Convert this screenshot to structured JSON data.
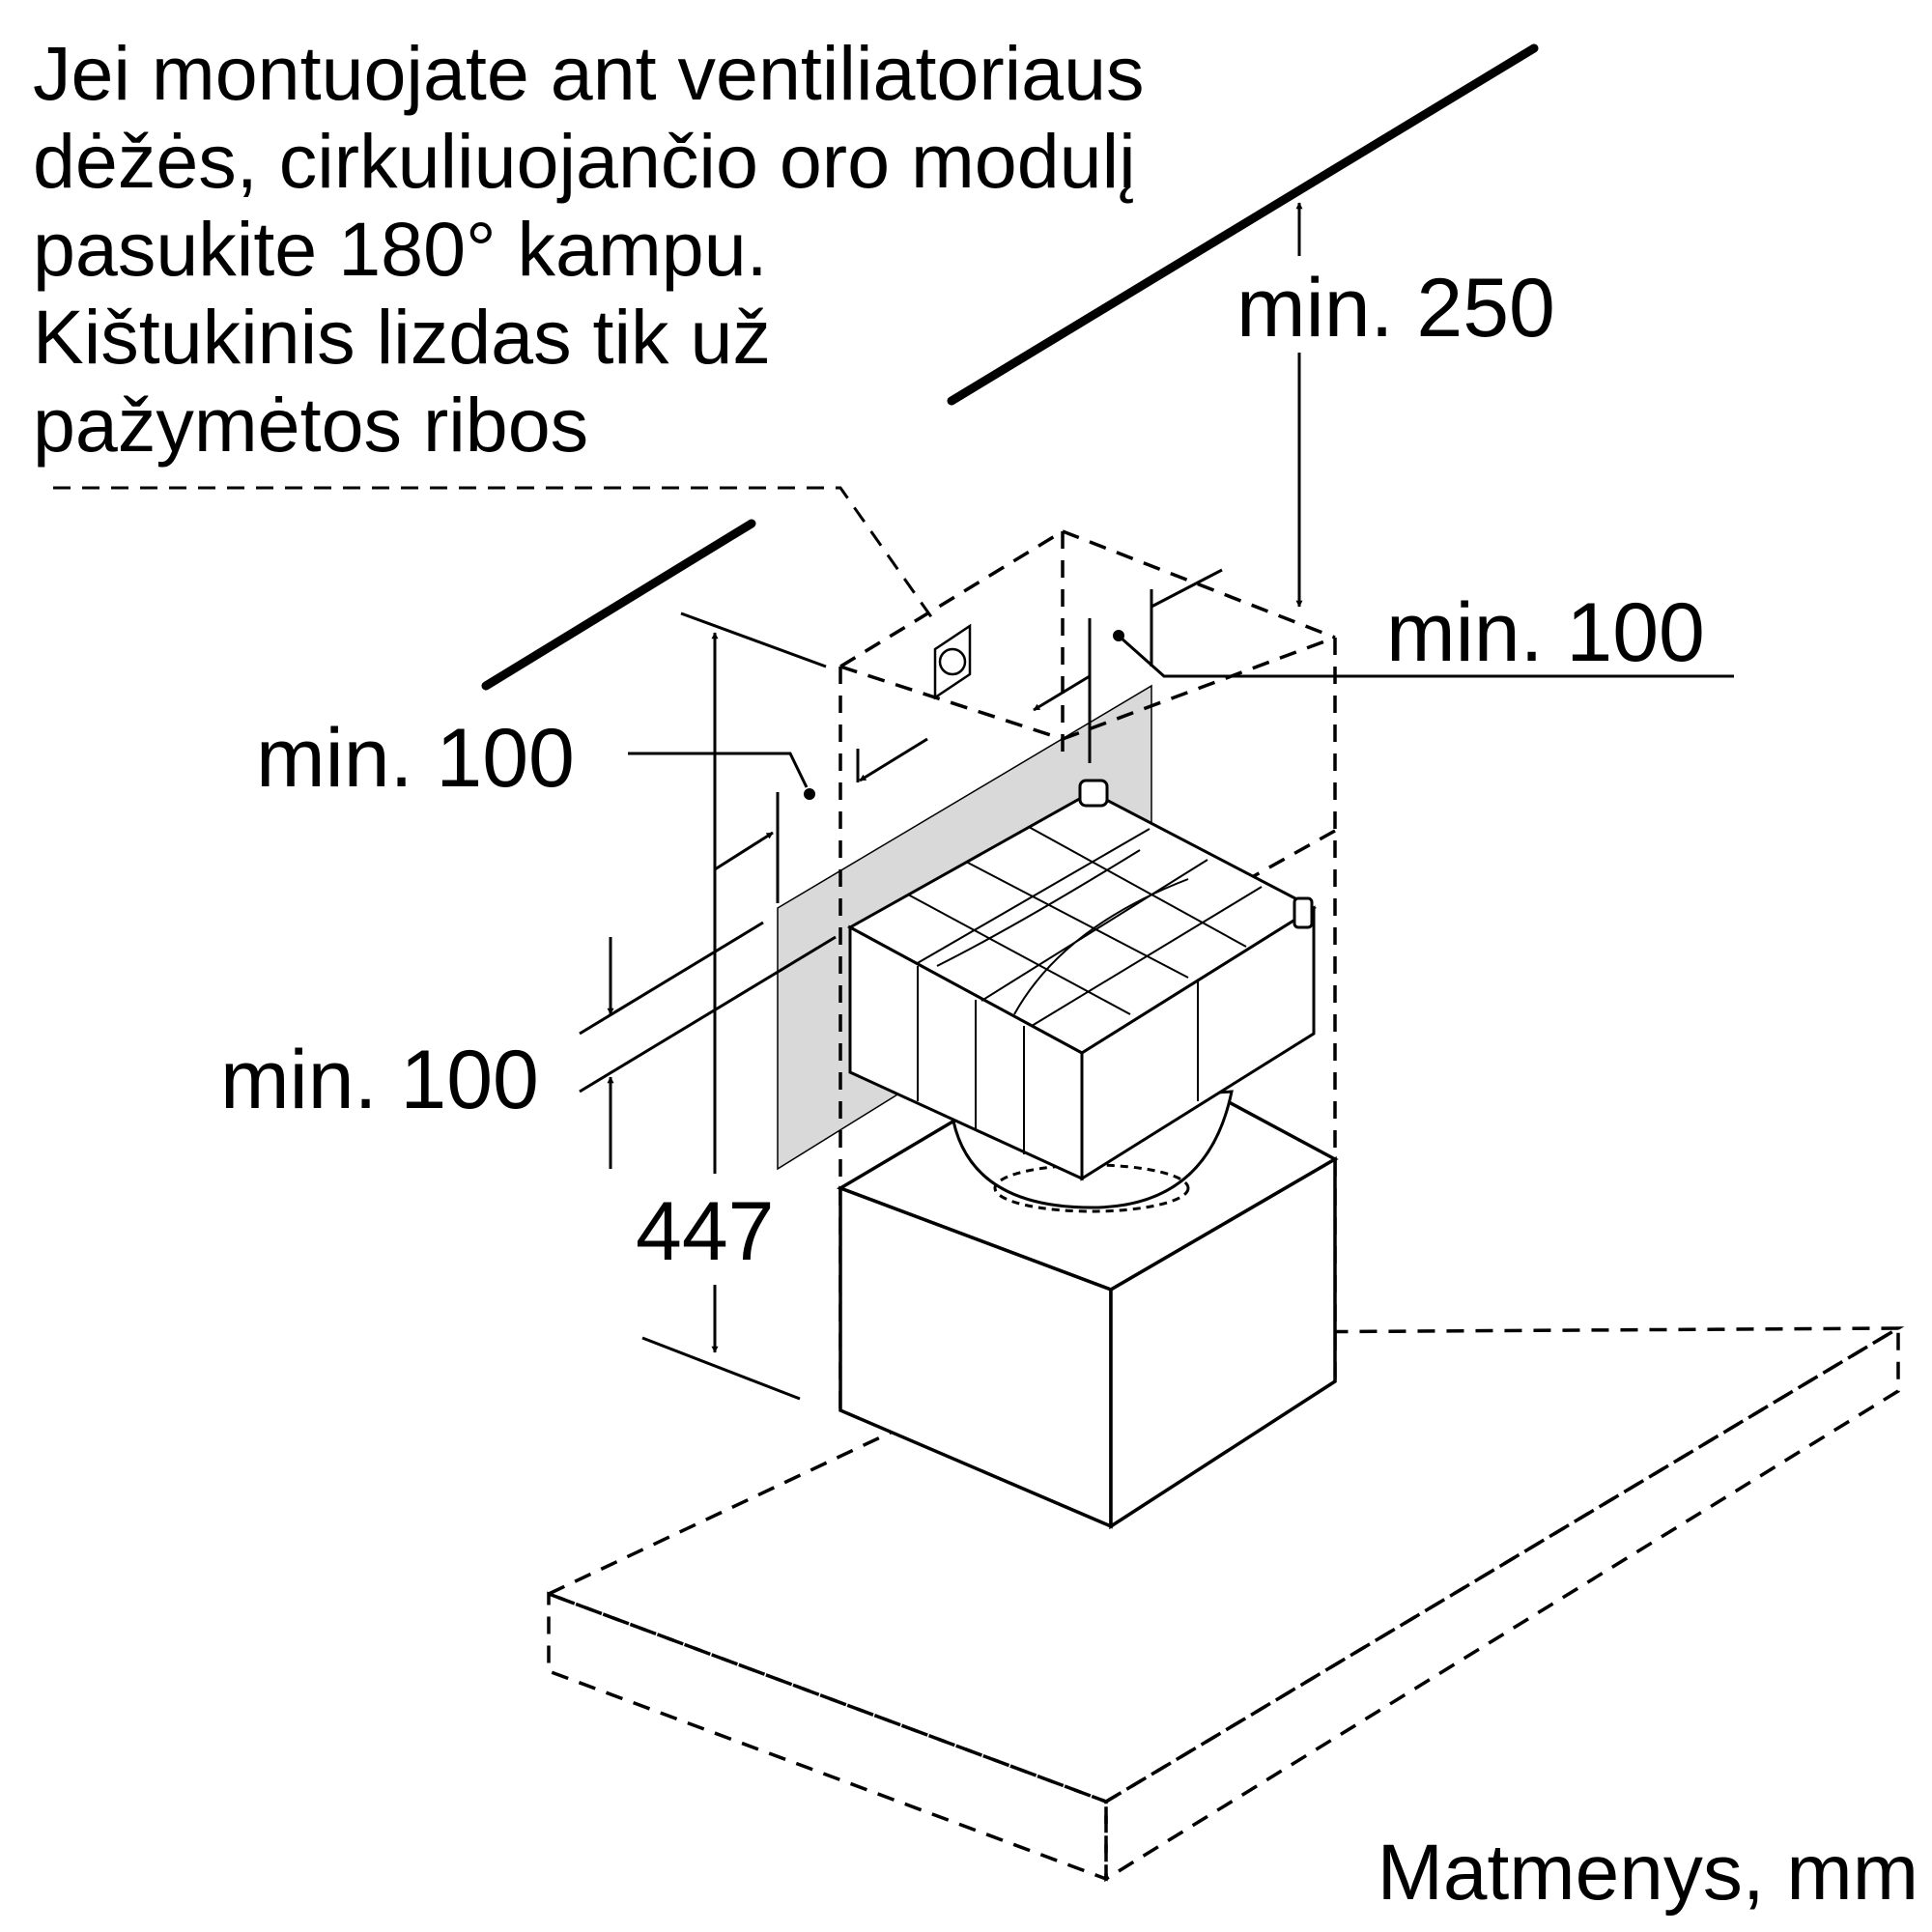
{
  "note": {
    "lines": [
      "Jei montuojate ant ventiliatoriaus",
      "dėžės, cirkuliuojančio oro modulį",
      "pasukite 180° kampu.",
      "Kištukinis lizdas tik už",
      "pažymėtos ribos"
    ]
  },
  "dimensions": {
    "top_clearance": "min. 250",
    "right_clearance": "min. 100",
    "left_clearance": "min. 100",
    "lower_clearance": "min. 100",
    "height": "447"
  },
  "units_label": "Matmenys, mm",
  "colors": {
    "line": "#000000",
    "zone_fill": "#d9d9d9",
    "background": "#ffffff"
  },
  "icons": {
    "socket": "socket-icon",
    "filter": "carbon-filter-module"
  }
}
